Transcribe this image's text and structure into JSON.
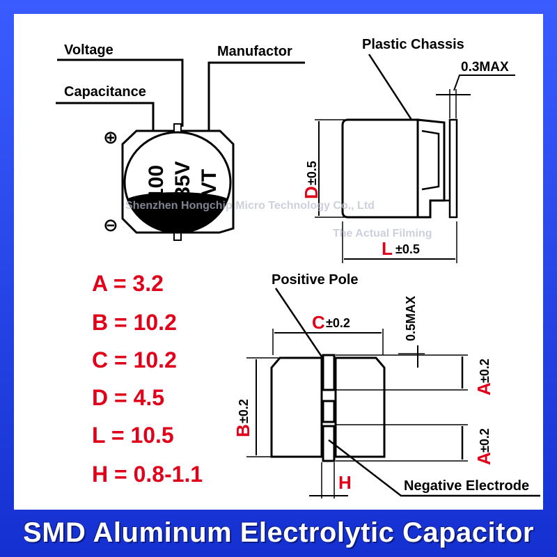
{
  "callouts": {
    "voltage": "Voltage",
    "manufactor": "Manufactor",
    "capacitance": "Capacitance",
    "plastic_chassis": "Plastic Chassis",
    "max_03": "0.3MAX",
    "positive_pole": "Positive Pole",
    "negative_electrode": "Negative Electrode",
    "max_05": "0.5MAX"
  },
  "marking": {
    "plus_symbol": "⊕",
    "minus_symbol": "⊖",
    "capacitance": "100",
    "voltage": "35V",
    "maker": "VT"
  },
  "dimension_labels": {
    "d_letter": "D",
    "d_tol": "±0.5",
    "l_letter": "L",
    "l_tol": "±0.5",
    "c_letter": "C",
    "c_tol": "±0.2",
    "b_letter": "B",
    "b_tol": "±0.2",
    "a_letter": "A",
    "a_tol": "±0.2",
    "h_letter": "H"
  },
  "specs": [
    {
      "text": "A = 3.2"
    },
    {
      "text": "B = 10.2"
    },
    {
      "text": "C = 10.2"
    },
    {
      "text": "D = 4.5"
    },
    {
      "text": "L = 10.5"
    },
    {
      "text": "H = 0.8-1.1"
    }
  ],
  "watermarks": {
    "company": "Shenzhen Hongchip Micro Technology Co., Ltd",
    "filming": "The Actual Filming"
  },
  "footer": {
    "title": "SMD Aluminum Electrolytic Capacitor"
  },
  "colors": {
    "accent_red": "#e0001a",
    "line": "#000000",
    "frame_blue": "#1f3fd8"
  }
}
